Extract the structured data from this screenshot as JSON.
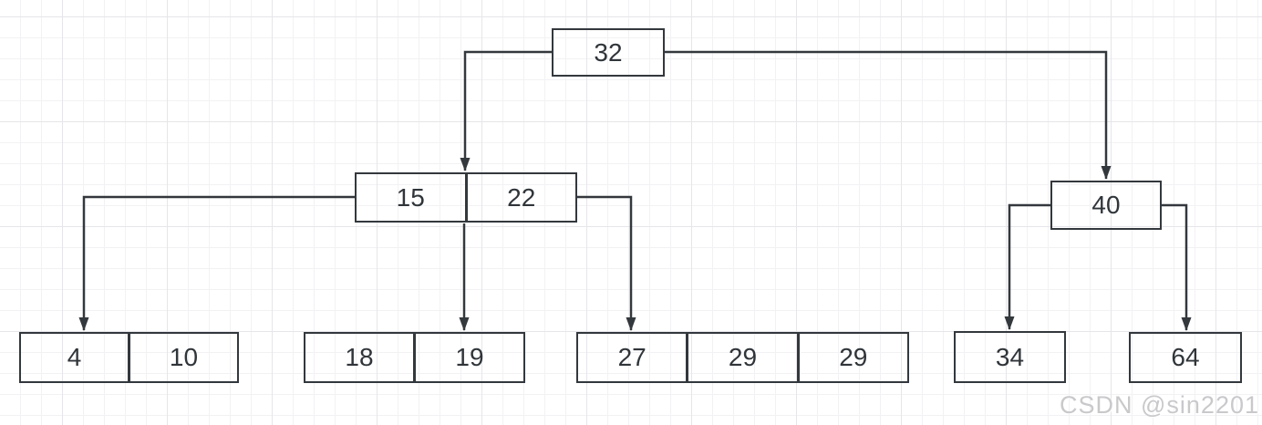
{
  "diagram": {
    "kind": "b-tree",
    "nodes": [
      {
        "id": "root",
        "keys": [
          "32"
        ]
      },
      {
        "id": "branch-left",
        "keys": [
          "15",
          "22"
        ]
      },
      {
        "id": "branch-right",
        "keys": [
          "40"
        ]
      },
      {
        "id": "leaf-1",
        "keys": [
          "4",
          "10"
        ]
      },
      {
        "id": "leaf-2",
        "keys": [
          "18",
          "19"
        ]
      },
      {
        "id": "leaf-3",
        "keys": [
          "27",
          "29",
          "29"
        ]
      },
      {
        "id": "leaf-4",
        "keys": [
          "34"
        ]
      },
      {
        "id": "leaf-5",
        "keys": [
          "64"
        ]
      }
    ],
    "edges": [
      {
        "from": "root",
        "to": "branch-left"
      },
      {
        "from": "root",
        "to": "branch-right"
      },
      {
        "from": "branch-left",
        "to": "leaf-1"
      },
      {
        "from": "branch-left",
        "to": "leaf-2"
      },
      {
        "from": "branch-left",
        "to": "leaf-3"
      },
      {
        "from": "branch-right",
        "to": "leaf-4"
      },
      {
        "from": "branch-right",
        "to": "leaf-5"
      }
    ]
  },
  "watermark": {
    "text": "CSDN @sin2201"
  },
  "colors": {
    "stroke": "#33383d",
    "text": "#30353a",
    "background": "#ffffff",
    "grid_minor": "#f2f2f4",
    "grid_major": "#e6e6ea",
    "watermark": "#c9c9cc"
  }
}
